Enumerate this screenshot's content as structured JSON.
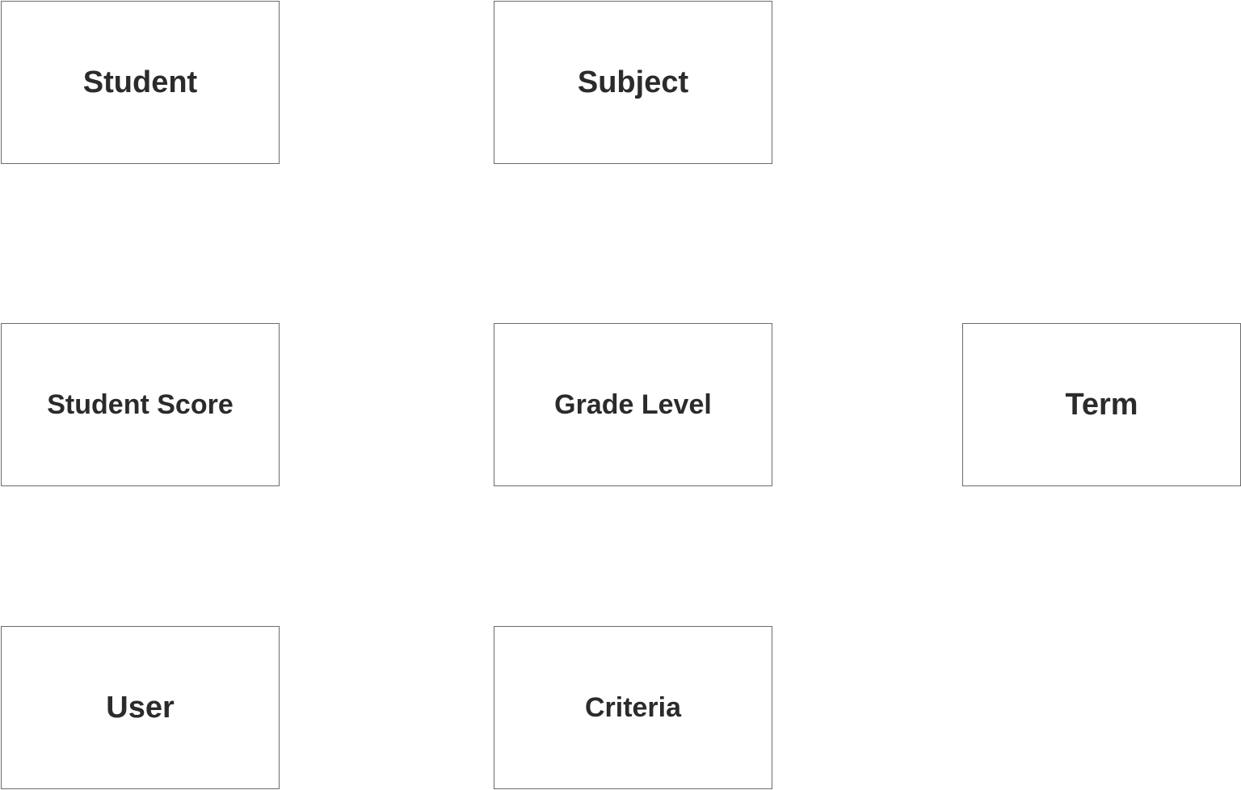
{
  "diagram": {
    "entities": [
      {
        "id": "student",
        "label": "Student"
      },
      {
        "id": "subject",
        "label": "Subject"
      },
      {
        "id": "student_score",
        "label": "Student Score"
      },
      {
        "id": "grade_level",
        "label": "Grade Level"
      },
      {
        "id": "term",
        "label": "Term"
      },
      {
        "id": "user",
        "label": "User"
      },
      {
        "id": "criteria",
        "label": "Criteria"
      }
    ]
  }
}
